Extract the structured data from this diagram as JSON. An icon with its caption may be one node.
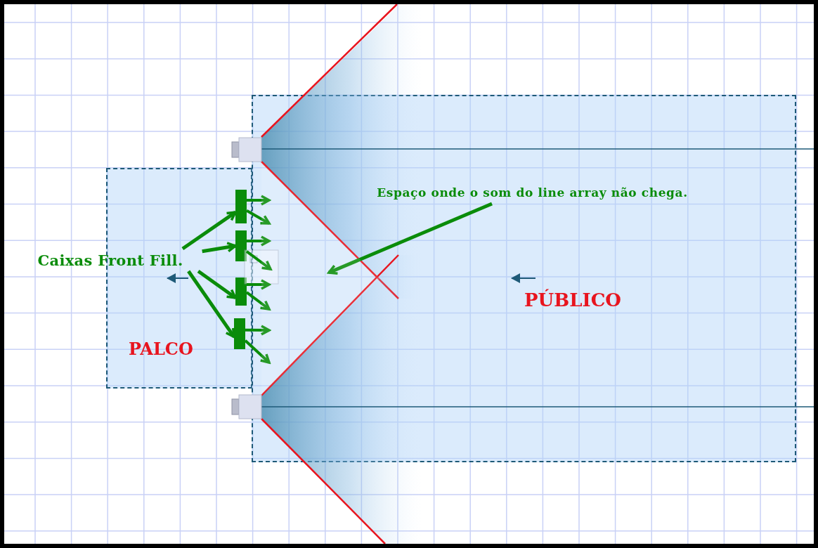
{
  "diagram": {
    "nodes": [
      {
        "text": [
          "Caixas Front Fill."
        ]
      },
      {
        "text": [
          "PALCO"
        ]
      },
      {
        "text": [],
        "shape": "bar",
        "in": 1
      },
      {
        "text": [],
        "shape": "bar",
        "in": 1
      },
      {
        "text": [],
        "shape": "bar",
        "in": 1
      },
      {
        "text": [],
        "shape": "bar",
        "in": 1
      },
      {
        "text": [
          "PÚBLICO"
        ]
      },
      {
        "text": [
          "Espaço onde o som do line array não chega."
        ],
        "in": 6
      },
      {
        "text": [],
        "shape": "triangle",
        "in": 6
      }
    ],
    "edges": [
      {
        "from": 0,
        "to": 2,
        "arrow": "to"
      },
      {
        "from": 0,
        "to": 3,
        "arrow": "to"
      },
      {
        "from": 0,
        "to": 4,
        "arrow": "to"
      },
      {
        "from": 0,
        "to": 5,
        "arrow": "to"
      },
      {
        "from": 7,
        "to": 8,
        "arrow": "to"
      },
      {
        "from": 2,
        "to": 8,
        "arrow": "to"
      },
      {
        "from": 2,
        "to": 8,
        "arrow": "to"
      },
      {
        "from": 3,
        "to": 8,
        "arrow": "to"
      },
      {
        "from": 3,
        "to": 8,
        "arrow": "to"
      },
      {
        "from": 4,
        "to": 8,
        "arrow": "to"
      },
      {
        "from": 4,
        "to": 8,
        "arrow": "to"
      },
      {
        "from": 5,
        "to": 8,
        "arrow": "to"
      },
      {
        "from": 5,
        "to": 8,
        "arrow": "to"
      }
    ]
  }
}
